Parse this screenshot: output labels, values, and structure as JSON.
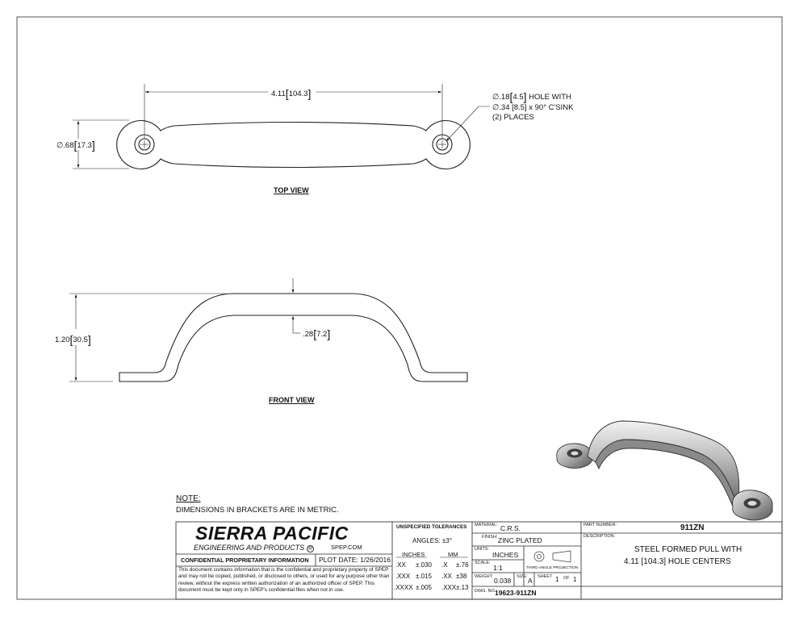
{
  "dimensions": {
    "overall_length": "4.11",
    "overall_length_mm": "104.3",
    "boss_diameter": ".68",
    "boss_diameter_mm": "17.3",
    "hole_callout_line1_value": ".18",
    "hole_callout_line1_mm": "4.5",
    "hole_callout_line1_text": "HOLE WITH",
    "hole_callout_line2": ".34 [8.5] x 90° C'SINK",
    "hole_callout_line3": "(2) PLACES",
    "height": "1.20",
    "height_mm": "30.5",
    "thickness": ".28",
    "thickness_mm": "7.2",
    "diameter_symbol": "∅"
  },
  "views": {
    "top": "TOP VIEW",
    "front": "FRONT VIEW"
  },
  "note": {
    "heading": "NOTE:",
    "text": "DIMENSIONS IN BRACKETS ARE IN METRIC."
  },
  "title_block": {
    "company": "SIERRA PACIFIC",
    "company_sub": "ENGINEERING AND PRODUCTS",
    "registered": "®",
    "website": "SPEP.COM",
    "confidential_heading": "CONFIDENTIAL PROPRIETARY INFORMATION",
    "plot_date_label": "PLOT DATE:",
    "plot_date": "1/26/2016",
    "confidential_text": "This document contains information that is the confidential and proprietary property of SPEP and may not be copied, published, or disclosed to others, or used for any purpose other than review, without the express written authorization of an authorized officer of SPEP. This document must be kept only in SPEP's confidential files when not in use.",
    "tolerances_heading": "UNSPECIFIED TOLERANCES",
    "angles": "ANGLES: ±3°",
    "inches_label": "INCHES",
    "mm_label": "MM",
    "tolerance_rows": [
      {
        "in_fmt": ".XX",
        "in_tol": "±.030",
        "mm_fmt": ".X",
        "mm_tol": "±.76"
      },
      {
        "in_fmt": ".XXX",
        "in_tol": "±.015",
        "mm_fmt": ".XX",
        "mm_tol": "±38"
      },
      {
        "in_fmt": ".XXXX",
        "in_tol": "±.005",
        "mm_fmt": ".XXX",
        "mm_tol": "±.13"
      }
    ],
    "material_label": "MATERIAL:",
    "material": "C.R.S.",
    "finish_label": "FINISH:",
    "finish": "ZINC PLATED",
    "units_label": "UNITS:",
    "units": "INCHES",
    "scale_label": "SCALE:",
    "scale": "1:1",
    "projection_label": "THIRD ANGLE PROJECTION",
    "weight_label": "WEIGHT:",
    "weight": "0.038",
    "size_label": "SIZE:",
    "size": "A",
    "sheet_label": "SHEET",
    "sheet": "1",
    "of_label": "OF",
    "sheet_total": "1",
    "dwg_label": "DWG. NO.",
    "dwg_no": "19623-911ZN",
    "part_number_label": "PART NUMBER:",
    "part_number": "911ZN",
    "description_label": "DESCRIPTION:",
    "description_line1": "STEEL FORMED PULL WITH",
    "description_line2": "4.11 [104.3] HOLE CENTERS"
  }
}
